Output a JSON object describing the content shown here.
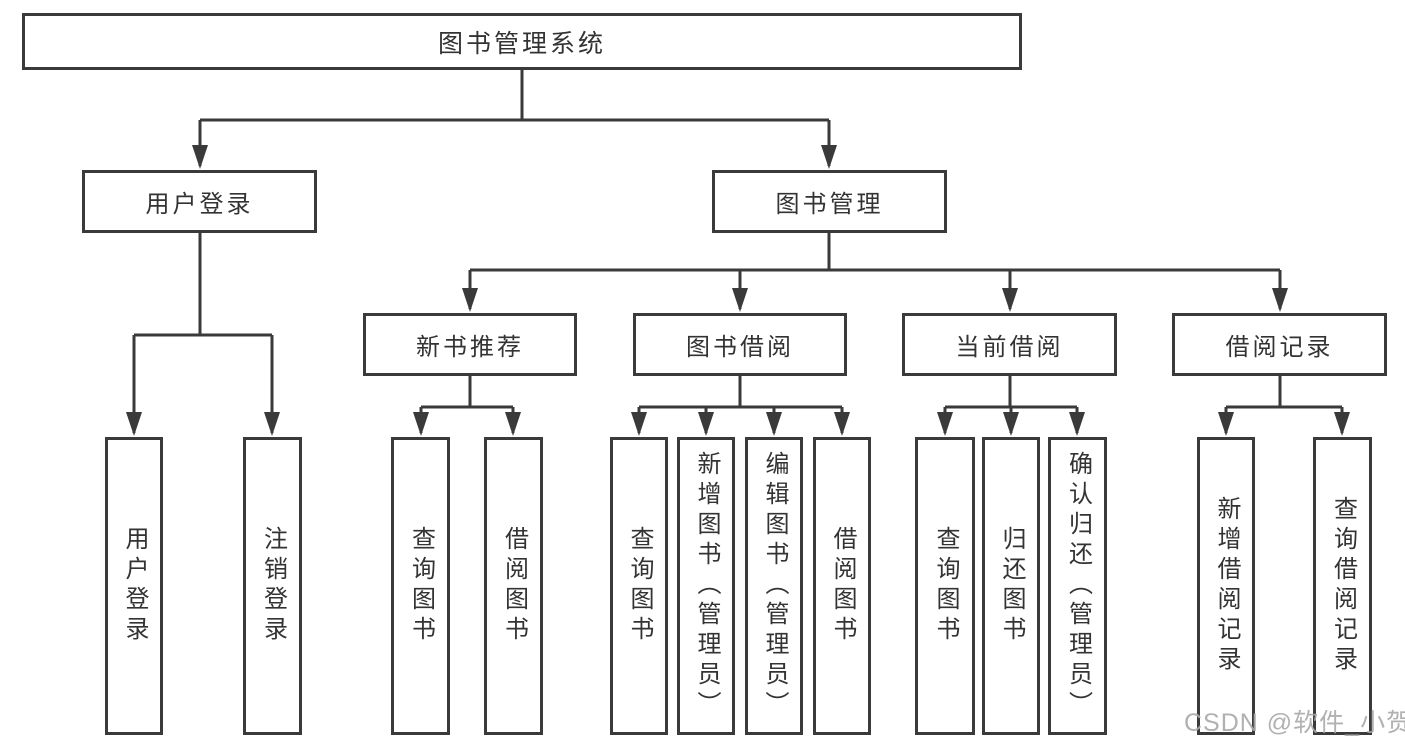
{
  "colors": {
    "line": "#3a3a3a",
    "text": "#333333",
    "box_fill": "#ffffff",
    "background": "#ffffff",
    "watermark": "#a9a9a9"
  },
  "watermark": {
    "text": "CSDN @软件_小贺同学"
  },
  "diagram": {
    "root": {
      "label": "图书管理系统"
    },
    "level2": [
      {
        "label": "用户登录"
      },
      {
        "label": "图书管理"
      }
    ],
    "level3": [
      {
        "label": "新书推荐"
      },
      {
        "label": "图书借阅"
      },
      {
        "label": "当前借阅"
      },
      {
        "label": "借阅记录"
      }
    ],
    "leaves": {
      "user_login": [
        {
          "label": "用户登录"
        },
        {
          "label": "注销登录"
        }
      ],
      "new_book_recommend": [
        {
          "label": "查询图书"
        },
        {
          "label": "借阅图书"
        }
      ],
      "book_borrow": [
        {
          "label": "查询图书"
        },
        {
          "label": "新增图书（管理员）"
        },
        {
          "label": "编辑图书（管理员）"
        },
        {
          "label": "借阅图书"
        }
      ],
      "current_borrow": [
        {
          "label": "查询图书"
        },
        {
          "label": "归还图书"
        },
        {
          "label": "确认归还（管理员）"
        }
      ],
      "borrow_records": [
        {
          "label": "新增借阅记录"
        },
        {
          "label": "查询借阅记录"
        }
      ]
    }
  }
}
